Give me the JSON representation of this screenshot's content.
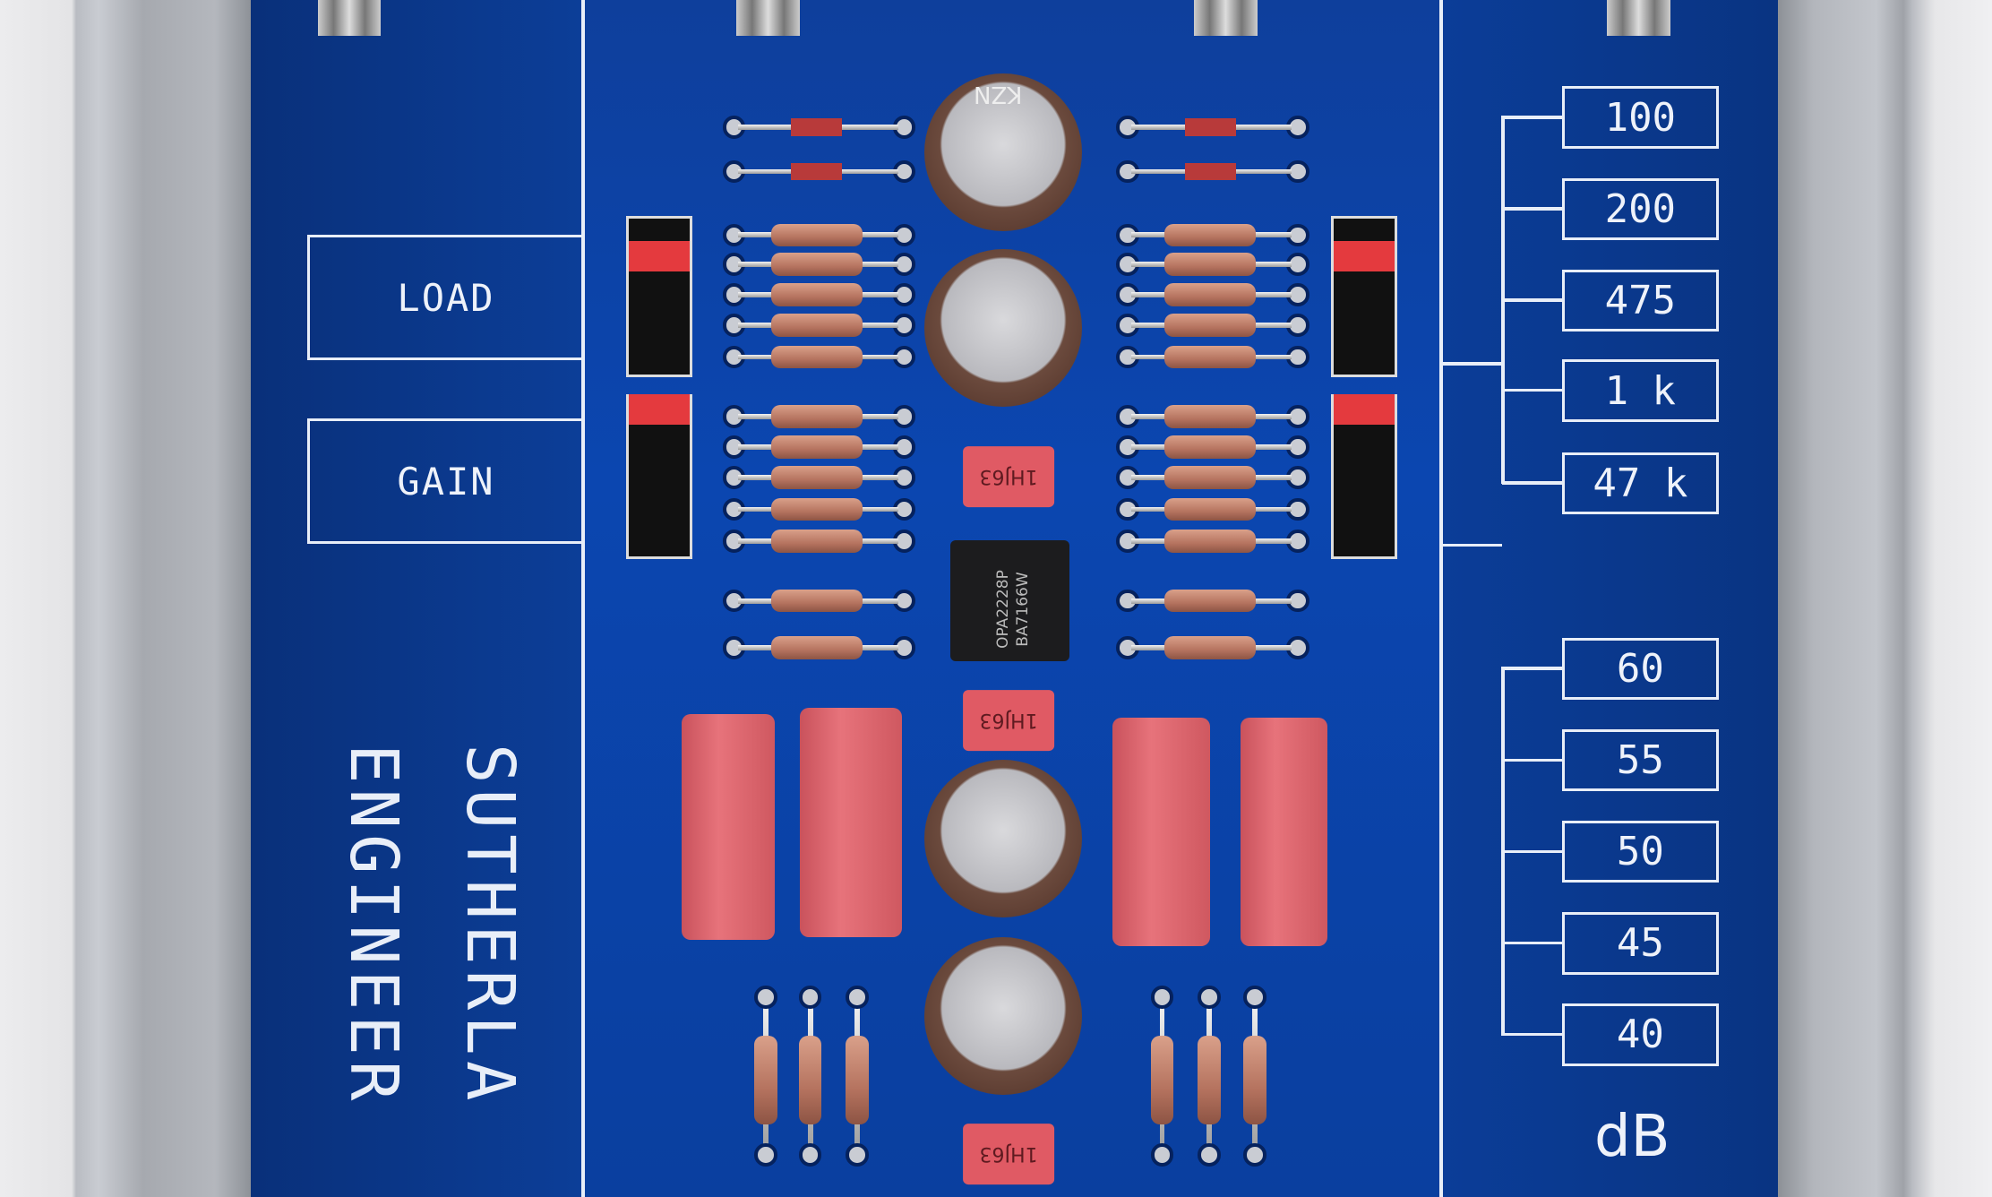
{
  "board": {
    "left_labels": {
      "load": "LOAD",
      "gain": "GAIN"
    },
    "brand_line1": "SUTHERLA",
    "brand_line2": "ENGINEER",
    "load_values": [
      "100",
      "200",
      "475",
      "1 k",
      "47 k"
    ],
    "gain_values": [
      "60",
      "55",
      "50",
      "45",
      "40"
    ],
    "gain_unit": "dB",
    "ic_marking": [
      "OPA2228P",
      "BA7166W"
    ],
    "cap_marking": "1HJ63",
    "ecap_marking": "KZN"
  },
  "colors": {
    "pcb": "#0b46b0",
    "silk": "#e8eef8",
    "film_cap": "#e7737b",
    "chassis": "#b4b7bd"
  }
}
